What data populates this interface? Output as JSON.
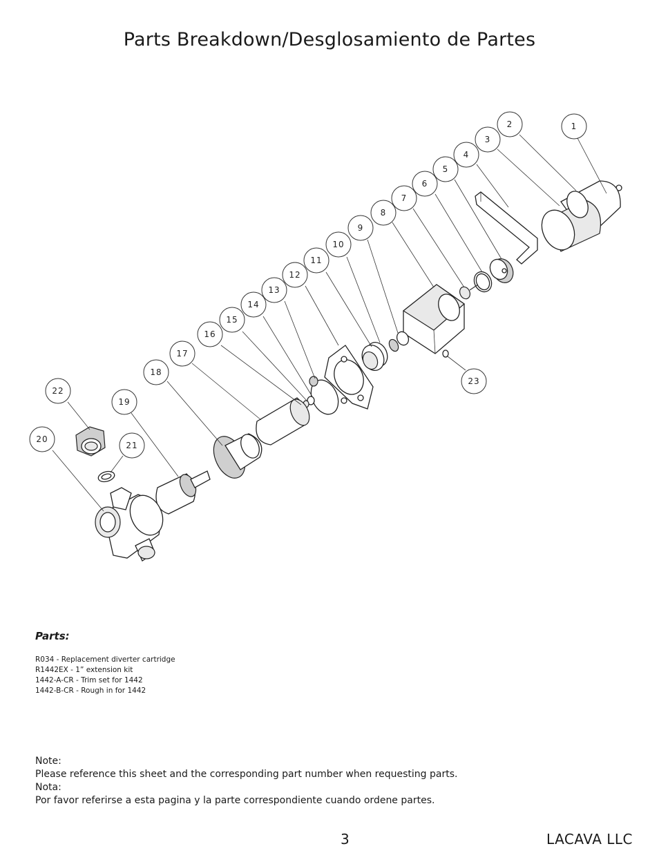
{
  "title": "Parts Breakdown/Desglosamiento de Partes",
  "callouts": [
    "1",
    "2",
    "3",
    "4",
    "5",
    "6",
    "7",
    "8",
    "9",
    "10",
    "11",
    "12",
    "13",
    "14",
    "15",
    "16",
    "17",
    "18",
    "19",
    "20",
    "21",
    "22",
    "23"
  ],
  "parts_heading": "Parts:",
  "parts": [
    "R034 - Replacement diverter cartridge",
    "R1442EX - 1” extension kit",
    "1442-A-CR - Trim set for 1442",
    "1442-B-CR - Rough in for 1442"
  ],
  "note": {
    "label_en": "Note:",
    "text_en": "Please reference this sheet and the corresponding part number when requesting parts.",
    "label_es": "Nota:",
    "text_es": "Por favor referirse a esta pagina y la parte correspondiente cuando ordene partes."
  },
  "footer": {
    "page_number": "3",
    "company": "LACAVA LLC"
  }
}
